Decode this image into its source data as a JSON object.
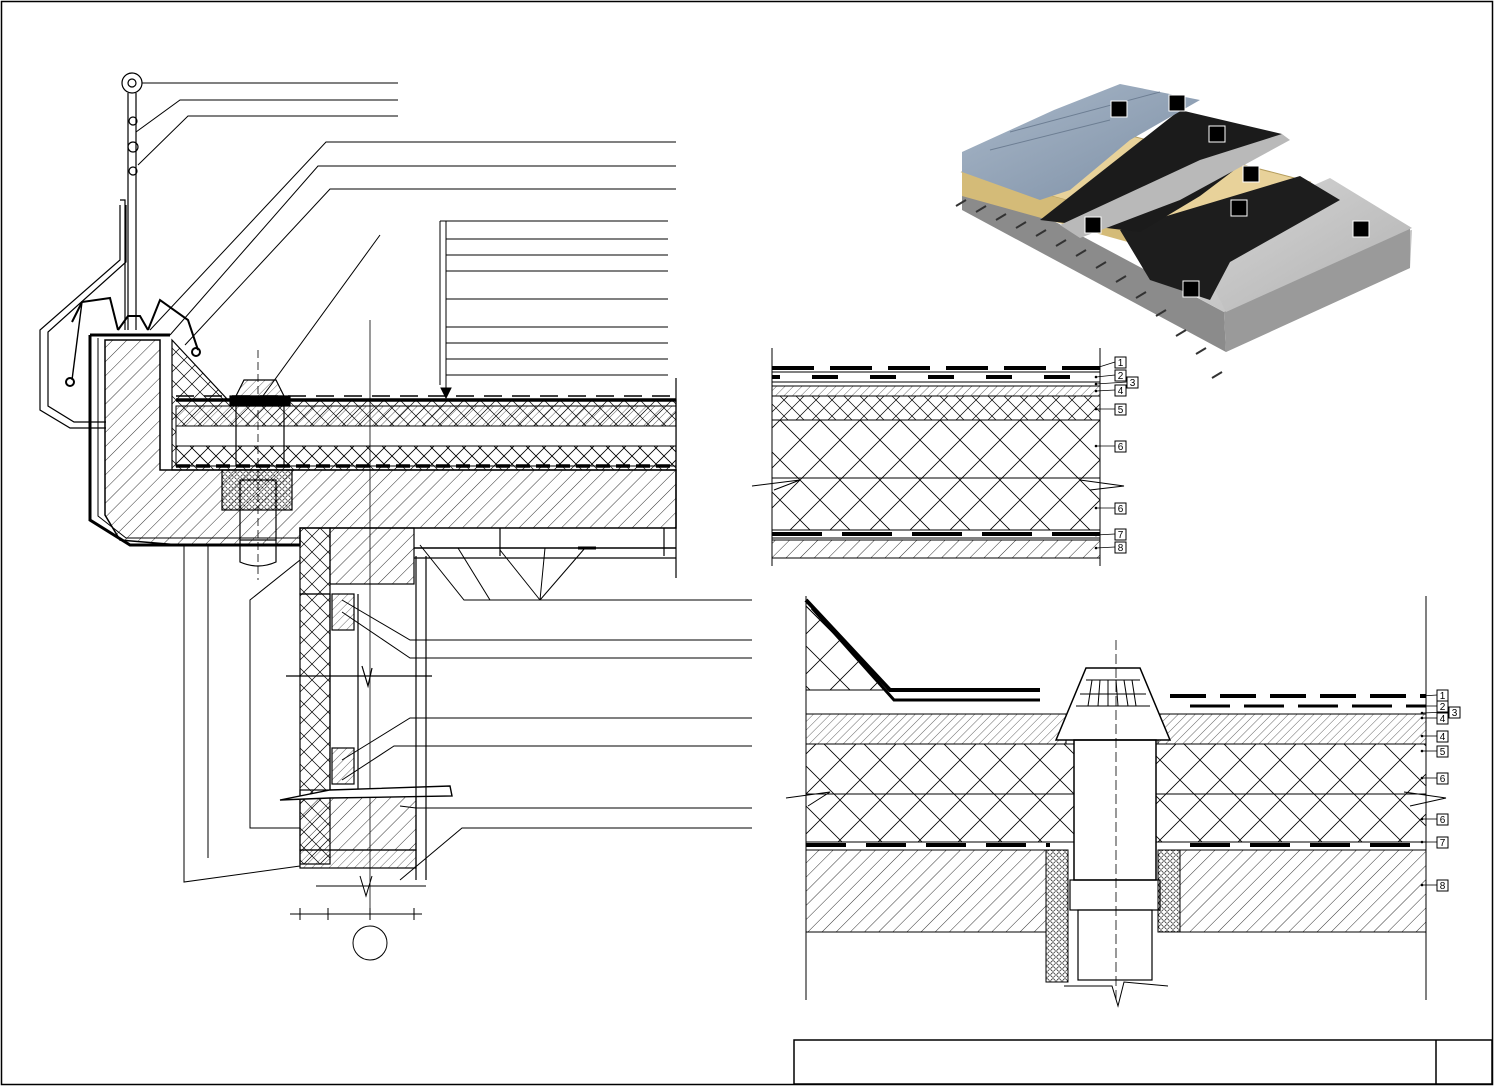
{
  "callouts": {
    "section_a": [
      "1",
      "2",
      "3",
      "4",
      "5",
      "6",
      "6",
      "7",
      "8"
    ],
    "section_b": [
      "1",
      "2",
      "3",
      "4",
      "4",
      "5",
      "6",
      "6",
      "7",
      "8"
    ]
  },
  "colors": {
    "ink": "#000000",
    "board": "#e8d29a",
    "membrane": "#1d1d1d",
    "concrete": "#c9c9c9",
    "slate": "#8ea0b5"
  }
}
